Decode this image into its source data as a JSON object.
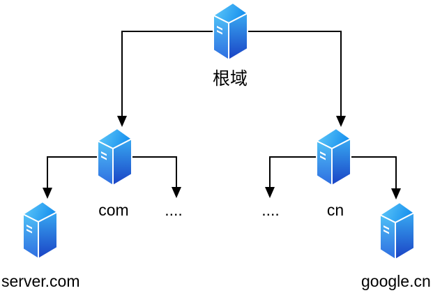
{
  "diagram": {
    "type": "dns-hierarchy-tree",
    "background": "#ffffff",
    "nodes": {
      "root": {
        "label": "根域",
        "icon": "server-tower-icon"
      },
      "com": {
        "label": "com",
        "icon": "server-tower-icon"
      },
      "cn": {
        "label": "cn",
        "icon": "server-tower-icon"
      },
      "leaf_left": {
        "label": "server.com",
        "icon": "server-tower-icon"
      },
      "leaf_right": {
        "label": "google.cn",
        "icon": "server-tower-icon"
      },
      "more_left": {
        "label": "...."
      },
      "more_right": {
        "label": "...."
      }
    },
    "edges": [
      {
        "from": "root",
        "to": "com"
      },
      {
        "from": "root",
        "to": "cn"
      },
      {
        "from": "com",
        "to": "leaf_left"
      },
      {
        "from": "com",
        "to": "more_left"
      },
      {
        "from": "cn",
        "to": "more_right"
      },
      {
        "from": "cn",
        "to": "leaf_right"
      }
    ],
    "colors": {
      "connector": "#000000",
      "label_text": "#000000",
      "server_top_gradient": [
        "#64ccf9",
        "#1790ee"
      ],
      "server_left_gradient": [
        "#4fc0f6",
        "#2e6ce0"
      ],
      "server_right_gradient": [
        "#38a9f2",
        "#1a41c4"
      ],
      "server_edge_stroke": "#ffffff"
    }
  }
}
